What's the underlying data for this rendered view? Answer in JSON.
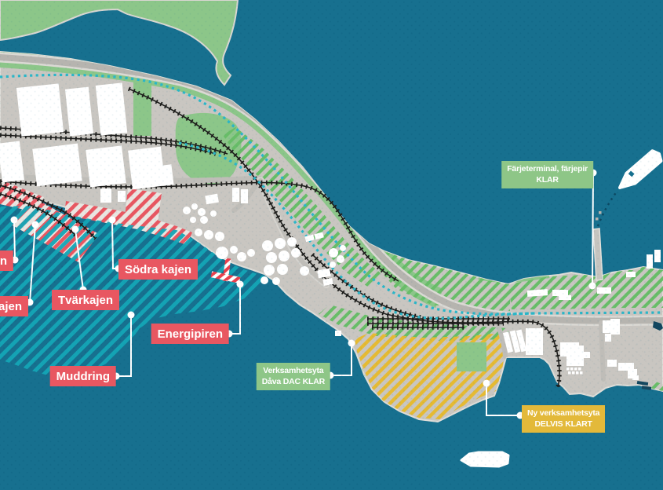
{
  "map": {
    "project_labels": {
      "kajen_partial_top": "n",
      "kajen_partial": "ajen",
      "tvarkajen": "Tvärkajen",
      "sodra_kajen": "Södra kajen",
      "energipiren": "Energipiren",
      "muddring": "Muddring"
    },
    "status_labels": {
      "farjeterminal": {
        "line1": "Färjeterminal, färjepir",
        "line2": "KLAR"
      },
      "verksamhetsyta_dava": {
        "line1": "Verksamhetsyta",
        "line2": "Dåva DAC KLAR"
      },
      "ny_verksamhetsyta": {
        "line1": "Ny verksamhetsyta",
        "line2": "DELVIS KLART"
      }
    },
    "colors": {
      "water": "#17708f",
      "land": "#c9c6c1",
      "vegetation": "#8cc689",
      "quay_construction_red": "#e85761",
      "dredging_teal": "#14a6b6",
      "completed_green_hatch": "#68bd68",
      "new_area_yellow": "#e5ba33",
      "shipping_route": "#2ab6c8",
      "railway": "#1d1d1b",
      "road": "#b6b4af",
      "label_red_bg": "#e85761",
      "label_green_bg": "#8ec687",
      "label_yellow_bg": "#e3b93a"
    }
  }
}
